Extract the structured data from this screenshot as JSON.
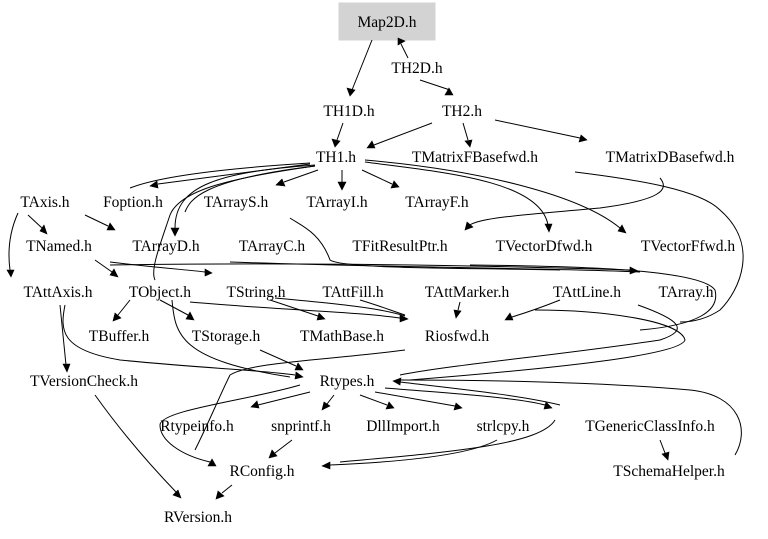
{
  "graph": {
    "root": "Map2D.h",
    "nodes": {
      "map2d": "Map2D.h",
      "th2d": "TH2D.h",
      "th1d": "TH1D.h",
      "th2": "TH2.h",
      "th1": "TH1.h",
      "tmatrixfb": "TMatrixFBasefwd.h",
      "tmatrixdb": "TMatrixDBasefwd.h",
      "taxis": "TAxis.h",
      "foption": "Foption.h",
      "tarrays": "TArrayS.h",
      "tarrayi": "TArrayI.h",
      "tarrayf": "TArrayF.h",
      "tnamed": "TNamed.h",
      "tarrayd": "TArrayD.h",
      "tarrayc": "TArrayC.h",
      "tfitresultptr": "TFitResultPtr.h",
      "tvectordfwd": "TVectorDfwd.h",
      "tvectorffwd": "TVectorFfwd.h",
      "tattaxis": "TAttAxis.h",
      "tobject": "TObject.h",
      "tstring": "TString.h",
      "tattfill": "TAttFill.h",
      "tattmarker": "TAttMarker.h",
      "tattline": "TAttLine.h",
      "tarray": "TArray.h",
      "tbuffer": "TBuffer.h",
      "tstorage": "TStorage.h",
      "tmathbase": "TMathBase.h",
      "riosfwd": "Riosfwd.h",
      "tversioncheck": "TVersionCheck.h",
      "rtypes": "Rtypes.h",
      "rtypeinfo": "Rtypeinfo.h",
      "snprintf": "snprintf.h",
      "dllimport": "DllImport.h",
      "strlcpy": "strlcpy.h",
      "tgenericclassinfo": "TGenericClassInfo.h",
      "rconfig": "RConfig.h",
      "tschemahelper": "TSchemaHelper.h",
      "rversion": "RVersion.h"
    },
    "colors": {
      "root_fill": "#d3d3d3",
      "edge": "#000000",
      "text": "#000000",
      "background": "#ffffff"
    }
  }
}
